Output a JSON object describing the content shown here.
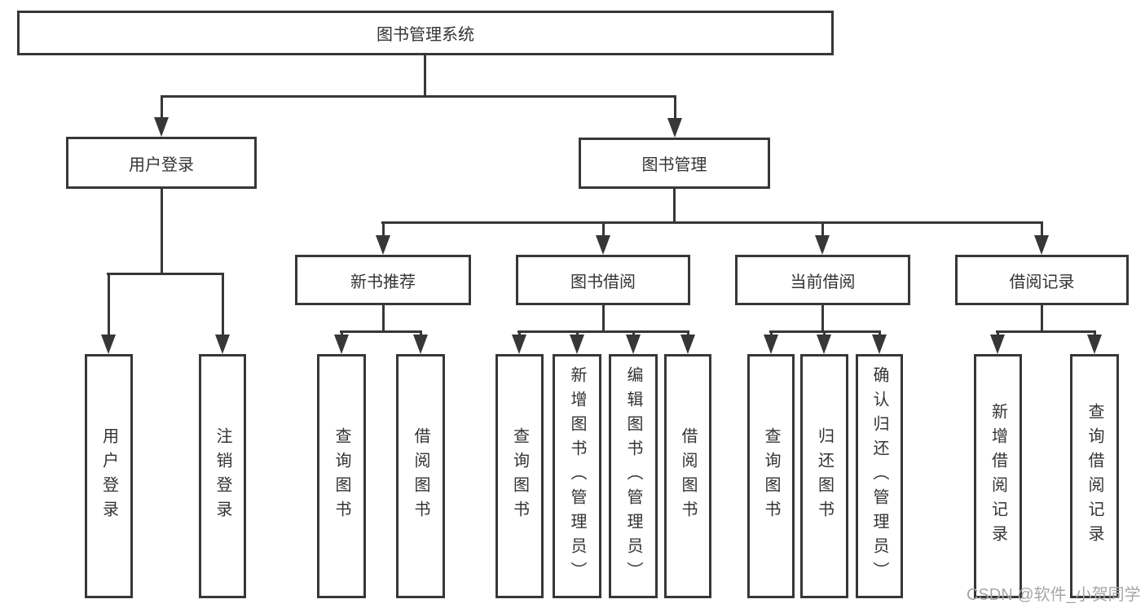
{
  "nodes": {
    "root": "图书管理系统",
    "user_login": "用户登录",
    "book_management": "图书管理",
    "new_book_recommend": "新书推荐",
    "book_borrow": "图书借阅",
    "current_borrow": "当前借阅",
    "borrow_record": "借阅记录",
    "leaf_user_login": "用户登录",
    "leaf_logout": "注销登录",
    "nb_query_book": "查询图书",
    "nb_borrow_book": "借阅图书",
    "bb_query_book": "查询图书",
    "bb_add_book": "新增图书（管理员）",
    "bb_edit_book": "编辑图书（管理员）",
    "bb_borrow_book": "借阅图书",
    "cb_query_book": "查询图书",
    "cb_return_book": "归还图书",
    "cb_confirm_return": "确认归还（管理员）",
    "br_add_record": "新增借阅记录",
    "br_query_record": "查询借阅记录"
  },
  "watermark": "CSDN @软件_小贺同学",
  "colors": {
    "line": "#373737",
    "text": "#333333",
    "watermark": "#a6a6a6",
    "background": "#ffffff"
  }
}
